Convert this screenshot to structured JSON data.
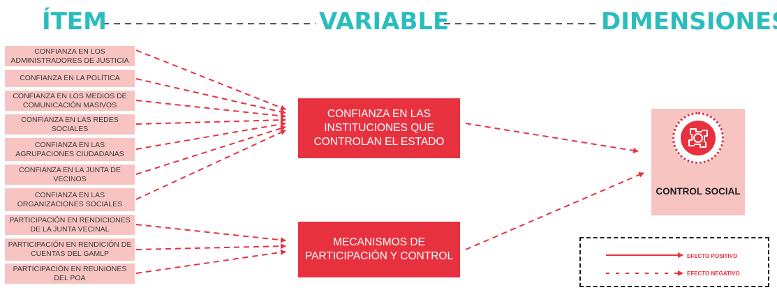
{
  "headers": {
    "item": "ÍTEM",
    "variable": "VARIABLE",
    "dimensions": "DIMENSIONES"
  },
  "items": [
    "CONFIANZA EN LOS ADMINISTRADORES DE JUSTICIA",
    "CONFIANZA EN LA POLÍTICA",
    "CONFIANZA EN LOS MEDIOS DE COMUNICACIÓN MASIVOS",
    "CONFIANZA EN LAS REDES SOCIALES",
    "CONFIANZA EN LAS AGRUPACIONES CIUDADANAS",
    "CONFIANZA EN LA JUNTA DE VECINOS",
    "CONFIANZA EN LAS ORGANIZACIONES SOCIALES",
    "PARTICIPACIÓN EN RENDICIONES DE LA JUNTA VECINAL",
    "PARTICIPACIÓN EN RENDICIÓN DE CUENTAS DEL GAMLP",
    "PARTICIPACIÓN EN REUNIONES DEL POA"
  ],
  "variables": [
    "CONFIANZA EN LAS INSTITUCIONES QUE CONTROLAN EL ESTADO",
    "MECANISMOS DE PARTICIPACIÓN Y CONTROL"
  ],
  "dimension": {
    "label": "CONTROL SOCIAL",
    "icon": "hands-circle-icon"
  },
  "legend": {
    "positive": "EFECTO POSITIVO",
    "negative": "EFECTO NEGATIVO"
  },
  "colors": {
    "header": "#2bbdbd",
    "accent": "#e8313f",
    "item_fill": "#f7c4c2"
  }
}
